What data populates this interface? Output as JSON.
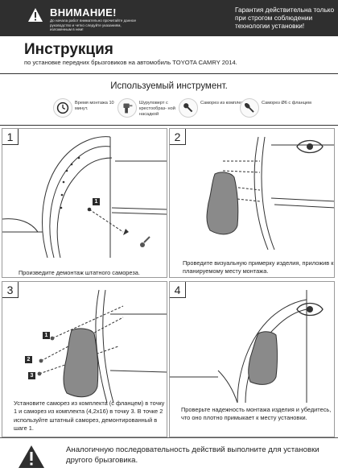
{
  "header": {
    "warning_title": "ВНИМАНИЕ!",
    "warning_sub": "До начала работ внимательно прочитайте данное руководство и четко следуйте указаниям, изложенным в нем!",
    "guarantee": "Гарантия действительна только при строгом соблюдении технологии установки!"
  },
  "title": "Инструкция",
  "subtitle": "по установке передних брызговиков на автомобиль TOYOTA CAMRY 2014.",
  "tools": {
    "heading": "Используемый инструмент.",
    "items": [
      {
        "label": "Время монтажа 10 минут.",
        "icon": "clock-icon"
      },
      {
        "label": "Шуруповерт с крестообраз- ной насадкой",
        "icon": "screwdriver-icon"
      },
      {
        "label": "Саморез из комплекта.",
        "icon": "screw-icon"
      },
      {
        "label": "Саморез Ø6 с фланцем",
        "icon": "flange-screw-icon"
      }
    ]
  },
  "steps": [
    {
      "number": "1",
      "text": "Произведите демонтаж штатного самореза.",
      "markers": [
        "1"
      ]
    },
    {
      "number": "2",
      "text": "Проведите визуальную примерку изделия, приложив к планируемому месту монтажа.",
      "markers": []
    },
    {
      "number": "3",
      "text": "Установите саморез из комплекта (с фланцем) в точку 1 и саморез из комплекта (4,2x16) в точку 3. В точке 2 используйте штатный саморез, демонтированный в шаге 1.",
      "markers": [
        "1",
        "2",
        "3"
      ]
    },
    {
      "number": "4",
      "text": "Проверьте надежность монтажа изделия и убедитесь, что оно плотно примыкает к месту установки.",
      "markers": []
    }
  ],
  "footer": "Аналогичную последовательность действий выполните для установки другого брызговика.",
  "colors": {
    "header_bg": "#2f2f2f",
    "mudflap": "#8a8a8a",
    "text": "#1d1d1d"
  }
}
